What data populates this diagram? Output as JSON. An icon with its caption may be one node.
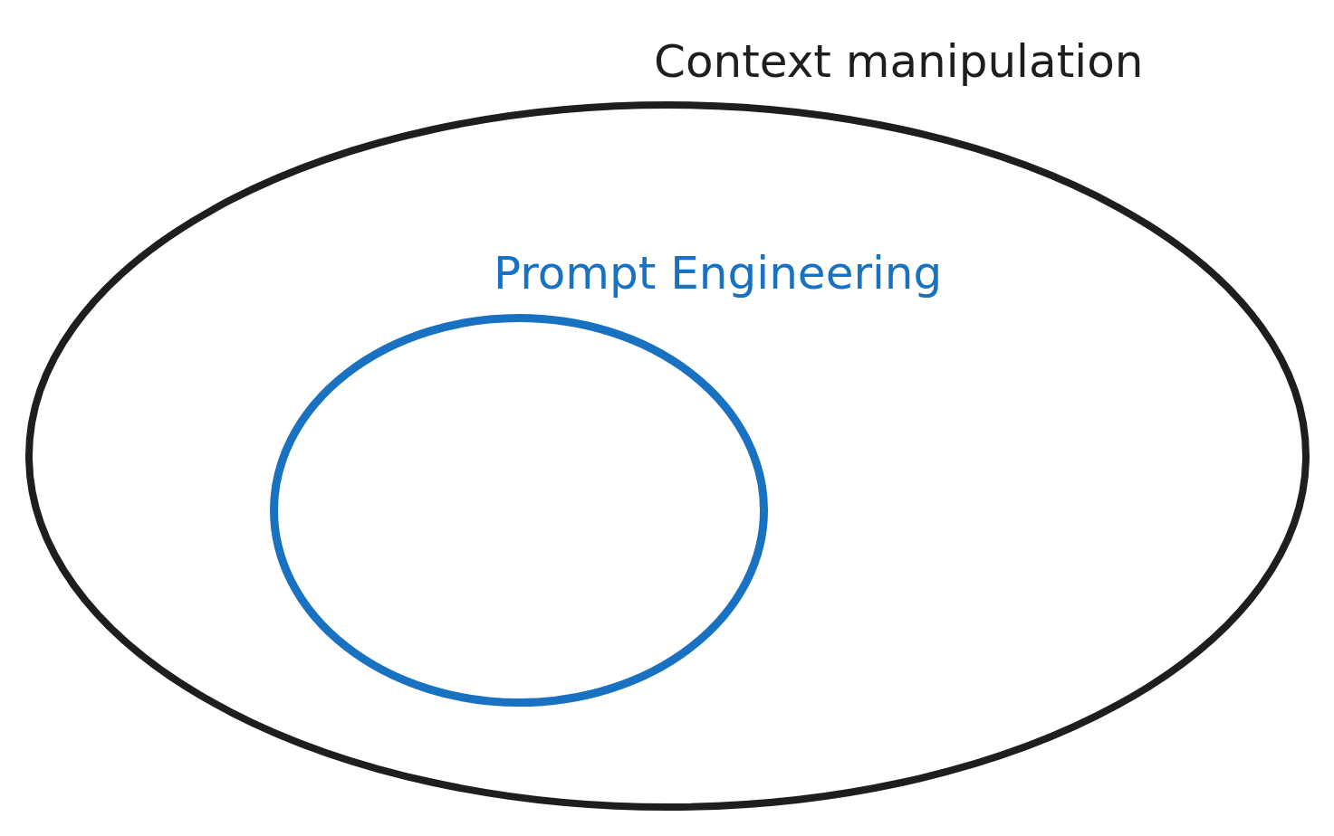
{
  "diagram": {
    "nodes": [
      {
        "text": [
          "Context manipulation"
        ]
      },
      {
        "text": [
          "Prompt Engineering"
        ],
        "in": 0
      }
    ]
  }
}
